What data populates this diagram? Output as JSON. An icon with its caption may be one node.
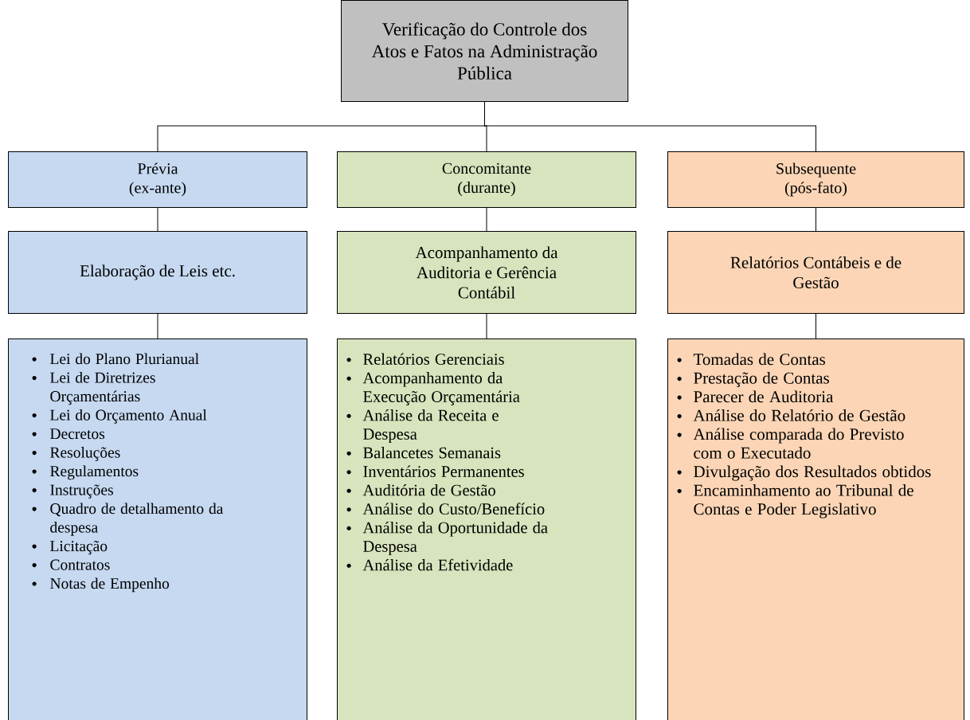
{
  "diagram": {
    "nodes": [
      {
        "text": [
          "Verificação do Controle dos Atos e Fatos na Administração Pública"
        ]
      },
      {
        "text": [
          "Prévia (ex-ante)"
        ]
      },
      {
        "text": [
          "Concomitante (durante)"
        ]
      },
      {
        "text": [
          "Subsequente (pós-fato)"
        ]
      },
      {
        "text": [
          "Elaboração de Leis etc."
        ]
      },
      {
        "text": [
          "Acompanhamento da Auditoria e Gerência Contábil"
        ]
      },
      {
        "text": [
          "Relatórios Contábeis e de Gestão"
        ]
      },
      {
        "text": [
          "Lei do Plano Plurianual",
          "Lei de Diretrizes Orçamentárias",
          "Lei do Orçamento Anual",
          "Decretos",
          "Resoluções",
          "Regulamentos",
          "Instruções",
          "Quadro de detalhamento da despesa",
          "Licitação",
          "Contratos",
          "Notas de Empenho"
        ]
      },
      {
        "text": [
          "Relatórios Gerenciais",
          "Acompanhamento da Execução Orçamentária",
          "Análise da Receita e Despesa",
          "Balancetes Semanais",
          "Inventários Permanentes",
          "Auditória de Gestão",
          "Análise do Custo/Benefício",
          "Análise da Oportunidade da Despesa",
          "Análise da Efetividade"
        ]
      },
      {
        "text": [
          "Tomadas de Contas",
          "Prestação de Contas",
          "Parecer de Auditoria",
          "Análise do Relatório de Gestão",
          "Análise comparada do Previsto com o Executado",
          "Divulgação dos Resultados obtidos",
          "Encaminhamento ao Tribunal de Contas e Poder Legislativo"
        ]
      }
    ],
    "edges": [
      {
        "from": 0,
        "to": 1,
        "arrow": "none"
      },
      {
        "from": 0,
        "to": 2,
        "arrow": "none"
      },
      {
        "from": 0,
        "to": 3,
        "arrow": "none"
      },
      {
        "from": 1,
        "to": 4,
        "arrow": "none"
      },
      {
        "from": 2,
        "to": 5,
        "arrow": "none"
      },
      {
        "from": 3,
        "to": 6,
        "arrow": "none"
      },
      {
        "from": 4,
        "to": 7,
        "arrow": "none"
      },
      {
        "from": 5,
        "to": 8,
        "arrow": "none"
      },
      {
        "from": 6,
        "to": 9,
        "arrow": "none"
      }
    ]
  }
}
